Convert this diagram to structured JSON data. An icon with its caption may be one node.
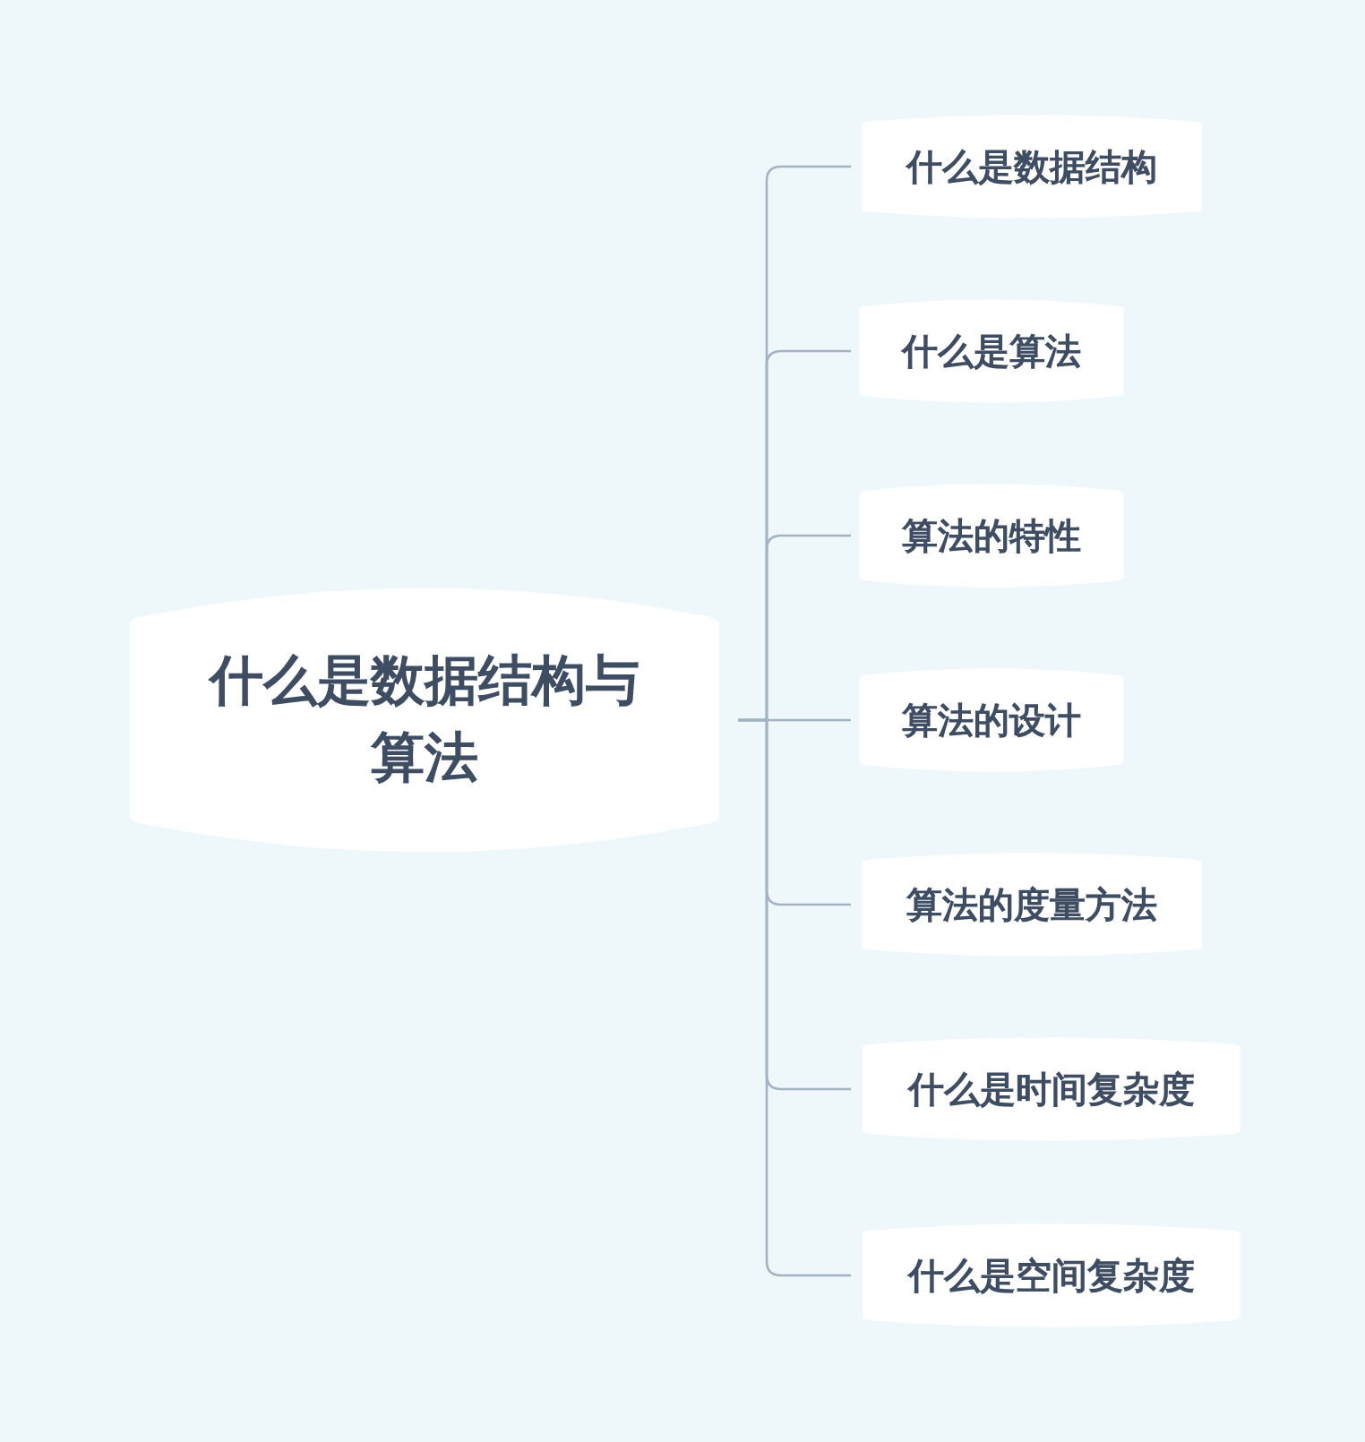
{
  "diagram": {
    "nodes": [
      {
        "text": [
          "什么是数据结构与算法"
        ]
      },
      {
        "text": [
          "什么是数据结构"
        ]
      },
      {
        "text": [
          "什么是算法"
        ]
      },
      {
        "text": [
          "算法的特性"
        ]
      },
      {
        "text": [
          "算法的设计"
        ]
      },
      {
        "text": [
          "算法的度量方法"
        ]
      },
      {
        "text": [
          "什么是时间复杂度"
        ]
      },
      {
        "text": [
          "什么是空间复杂度"
        ]
      }
    ],
    "edges": [
      {
        "from": 0,
        "to": 1,
        "arrow": "none"
      },
      {
        "from": 0,
        "to": 2,
        "arrow": "none"
      },
      {
        "from": 0,
        "to": 3,
        "arrow": "none"
      },
      {
        "from": 0,
        "to": 4,
        "arrow": "none"
      },
      {
        "from": 0,
        "to": 5,
        "arrow": "none"
      },
      {
        "from": 0,
        "to": 6,
        "arrow": "none"
      },
      {
        "from": 0,
        "to": 7,
        "arrow": "none"
      }
    ]
  }
}
